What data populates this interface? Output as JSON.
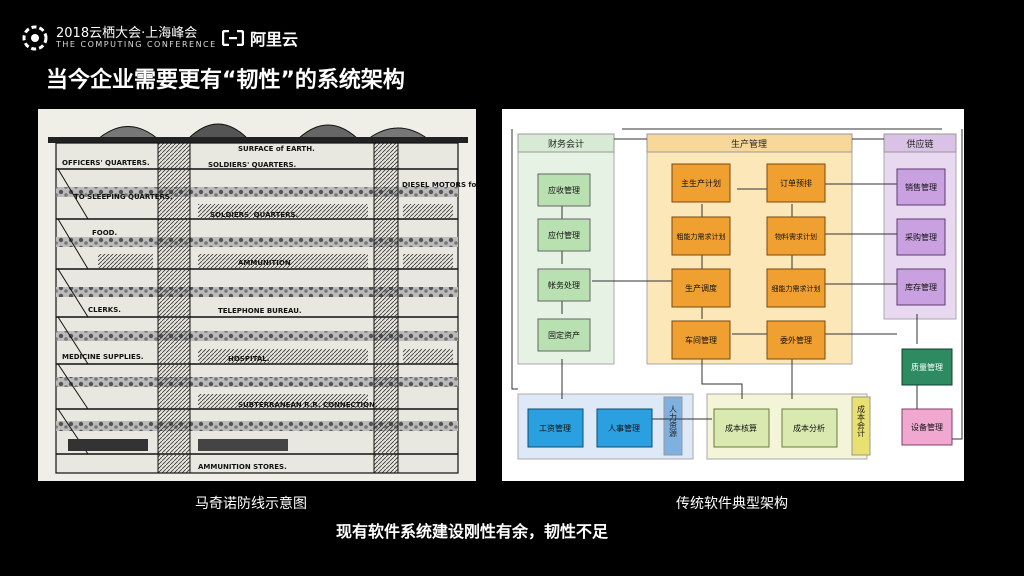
{
  "header": {
    "event_title": "2018云栖大会·上海峰会",
    "event_subtitle": "THE COMPUTING CONFERENCE",
    "brand": "阿里云"
  },
  "slide": {
    "title": "当今企业需要更有“韧性”的系统架构",
    "conclusion": "现有软件系统建设刚性有余，韧性不足"
  },
  "left_figure": {
    "caption": "马奇诺防线示意图",
    "labels": {
      "surface": "SURFACE of EARTH.",
      "officers": "OFFICERS' QUARTERS.",
      "soldiers1": "SOLDIERS' QUARTERS.",
      "sleeping": "TO SLEEPING QUARTERS.",
      "soldiers2": "SOLDIERS' QUARTERS.",
      "diesel": "DIESEL MOTORS for AIR and LIGHT.",
      "food": "FOOD.",
      "ammunition": "AMMUNITION",
      "clerks": "CLERKS.",
      "telephone": "TELEPHONE BUREAU.",
      "medicine": "MEDICINE SUPPLIES.",
      "hospital": "HOSPITAL.",
      "subterranean": "SUBTERRANEAN R.R. CONNECTION.",
      "ammo_stores": "AMMUNITION STORES."
    }
  },
  "right_figure": {
    "caption": "传统软件典型架构",
    "groups": {
      "finance": "财务会计",
      "production": "生产管理",
      "supply": "供应链",
      "hr": "人力资源",
      "cost": "成本会计"
    },
    "boxes": {
      "receivable": "应收管理",
      "payable": "应付管理",
      "account": "帐务处理",
      "asset": "固定资产",
      "master_plan": "主生产计划",
      "order": "订单预排",
      "capacity": "粗能力需求计划",
      "material": "物料需求计划",
      "schedule": "生产调度",
      "fine_capacity": "细能力需求计划",
      "workshop": "车间管理",
      "outsource": "委外管理",
      "sales": "销售管理",
      "purchase": "采购管理",
      "inventory": "库存管理",
      "quality": "质量管理",
      "equipment": "设备管理",
      "salary": "工资管理",
      "personnel": "人事管理",
      "cost_calc": "成本核算",
      "cost_analysis": "成本分析"
    }
  }
}
